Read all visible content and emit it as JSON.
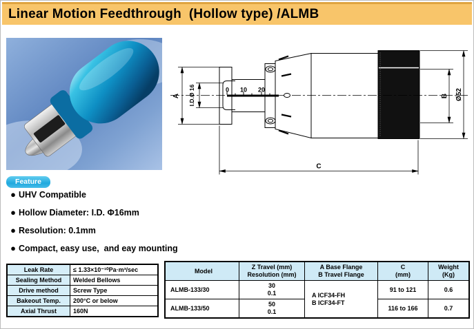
{
  "title": "Linear Motion Feedthrough  (Hollow type) /ALMB",
  "feature": {
    "badge": "Feature",
    "items": [
      "UHV Compatible",
      "Hollow Diameter: I.D. Φ16mm",
      "Resolution: 0.1mm",
      "Compact, easy use,  and eay mounting"
    ]
  },
  "drawing": {
    "dim_a": "A",
    "dim_b": "B",
    "dim_c": "C",
    "dim_id": "I.D.Ø 16",
    "dim_d52": "Ø52",
    "scale": [
      "0",
      "10",
      "20"
    ]
  },
  "spec_table": {
    "rows": [
      {
        "label": "Leak Rate",
        "value": "≤ 1.33×10⁻¹⁰Pa·m³/sec"
      },
      {
        "label": "Sealing Method",
        "value": "Welded Bellows"
      },
      {
        "label": "Drive method",
        "value": "Screw Type"
      },
      {
        "label": "Bakeout Temp.",
        "value": "200°C or below"
      },
      {
        "label": "Axial Thrust",
        "value": "160N"
      }
    ]
  },
  "model_table": {
    "headers": {
      "model": "Model",
      "z1": "Z Travel (mm)",
      "z2": "Resolution (mm)",
      "f1": "A Base Flange",
      "f2": "B Travel Flange",
      "c1": "C",
      "c2": "(mm)",
      "w1": "Weight",
      "w2": "(Kg)"
    },
    "flange": {
      "a": "A   ICF34-FH",
      "b": "B   ICF34-FT"
    },
    "rows": [
      {
        "model": "ALMB-133/30",
        "z": "30",
        "res": "0.1",
        "c": "91 to 121",
        "weight": "0.6"
      },
      {
        "model": "ALMB-133/50",
        "z": "50",
        "res": "0.1",
        "c": "116 to 166",
        "weight": "0.7"
      }
    ]
  },
  "colors": {
    "title_bar": "#F8C56A",
    "feature_badge": "#2FB9E9",
    "table_header": "#CFEAF6",
    "photo_body": "#0E8FC4"
  }
}
